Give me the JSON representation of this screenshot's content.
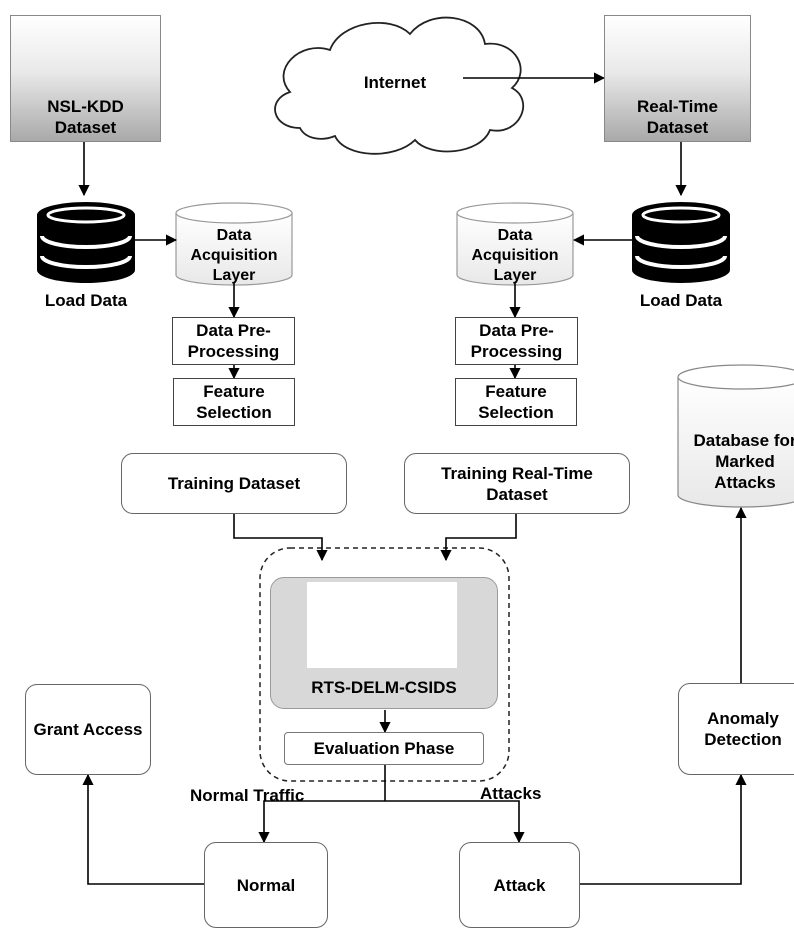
{
  "left_source": {
    "title_line1": "NSL-KDD",
    "title_line2": "Dataset"
  },
  "right_source": {
    "title_line1": "Real-Time",
    "title_line2": "Dataset"
  },
  "cloud": {
    "label": "Internet"
  },
  "left_pipeline": {
    "load_label": "Load Data",
    "acq_line1": "Data",
    "acq_line2": "Acquisition",
    "acq_line3": "Layer",
    "pre_line1": "Data Pre-",
    "pre_line2": "Processing",
    "feat_line1": "Feature",
    "feat_line2": "Selection",
    "training_label": "Training Dataset"
  },
  "right_pipeline": {
    "load_label": "Load Data",
    "acq_line1": "Data",
    "acq_line2": "Acquisition",
    "acq_line3": "Layer",
    "pre_line1": "Data Pre-",
    "pre_line2": "Processing",
    "feat_line1": "Feature",
    "feat_line2": "Selection",
    "training_line1": "Training Real-Time",
    "training_line2": "Dataset"
  },
  "model": {
    "name": "RTS-DELM-CSIDS",
    "evaluation_label": "Evaluation Phase"
  },
  "branches": {
    "normal_traffic": "Normal Traffic",
    "attacks": "Attacks"
  },
  "outcomes": {
    "normal": "Normal",
    "attack": "Attack",
    "grant_access": "Grant Access",
    "anomaly_line1": "Anomaly",
    "anomaly_line2": "Detection"
  },
  "database": {
    "line1": "Database for",
    "line2": "Marked",
    "line3": "Attacks"
  },
  "colors": {
    "line": "#000000",
    "box_border": "#444444",
    "gradient_dark": "#a9a9a9",
    "cylinder_fill": "#000000"
  }
}
